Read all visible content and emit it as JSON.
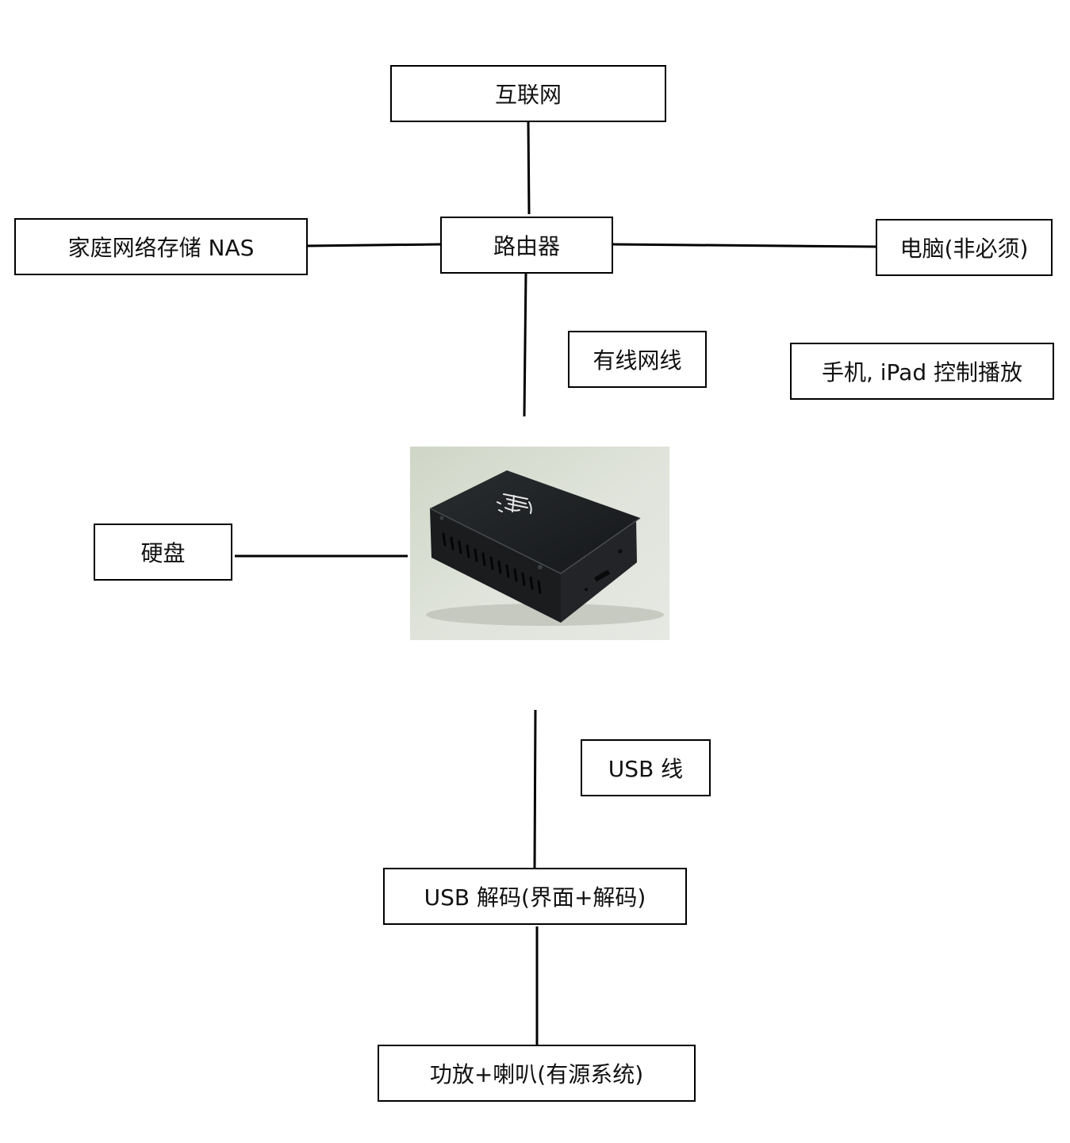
{
  "nodes": {
    "internet": "互联网",
    "router": "路由器",
    "nas": "家庭网络存储 NAS",
    "pc": "电脑(非必须)",
    "wired_cable": "有线网线",
    "phone": "手机, iPad 控制播放",
    "hdd": "硬盘",
    "usb_cable": "USB 线",
    "usb_dac": "USB 解码(界面+解码)",
    "amp": "功放+喇叭(有源系统)"
  },
  "colors": {
    "line": "#000000",
    "box_border": "#000000",
    "device_bg": "#d7dcd0",
    "device_body": "#1b1d1e"
  }
}
